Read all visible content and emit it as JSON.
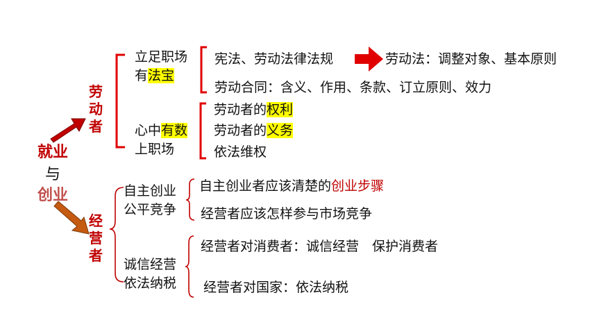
{
  "root": {
    "line1": "就业",
    "line2": "与",
    "line3": "创业"
  },
  "branches": {
    "laborer": {
      "label": "劳动者",
      "group1": {
        "line1": "立足职场",
        "line2_pre": "有",
        "line2_hl": "法宝",
        "items": {
          "law_pre": "宪法、劳动法律法规",
          "law_post": "劳动法：调整对象、基本原则",
          "contract": "劳动合同：含义、作用、条款、订立原则、效力"
        }
      },
      "group2": {
        "line1_pre": "心中",
        "line1_hl": "有数",
        "line2": "上职场",
        "items": {
          "rights_pre": "劳动者的",
          "rights_hl": "权利",
          "duties_pre": "劳动者的",
          "duties_hl": "义务",
          "protect": "依法维权"
        }
      }
    },
    "operator": {
      "label": "经营者",
      "group1": {
        "line1": "自主创业",
        "line2": "公平竞争",
        "items": {
          "steps_pre": "自主创业者应该清楚的",
          "steps_red": "创业步骤",
          "compete": "经营者应该怎样参与市场竞争"
        }
      },
      "group2": {
        "line1": "诚信经营",
        "line2": "依法纳税",
        "items": {
          "consumer": "经营者对消费者：诚信经营　保护消费者",
          "state": "经营者对国家：依法纳税"
        }
      }
    }
  },
  "colors": {
    "accent_red": "#c00000",
    "root_brown": "#c0504d",
    "highlight": "#ffff00",
    "arrow_top": "#c00000",
    "arrow_bottom": "#c55a11"
  }
}
